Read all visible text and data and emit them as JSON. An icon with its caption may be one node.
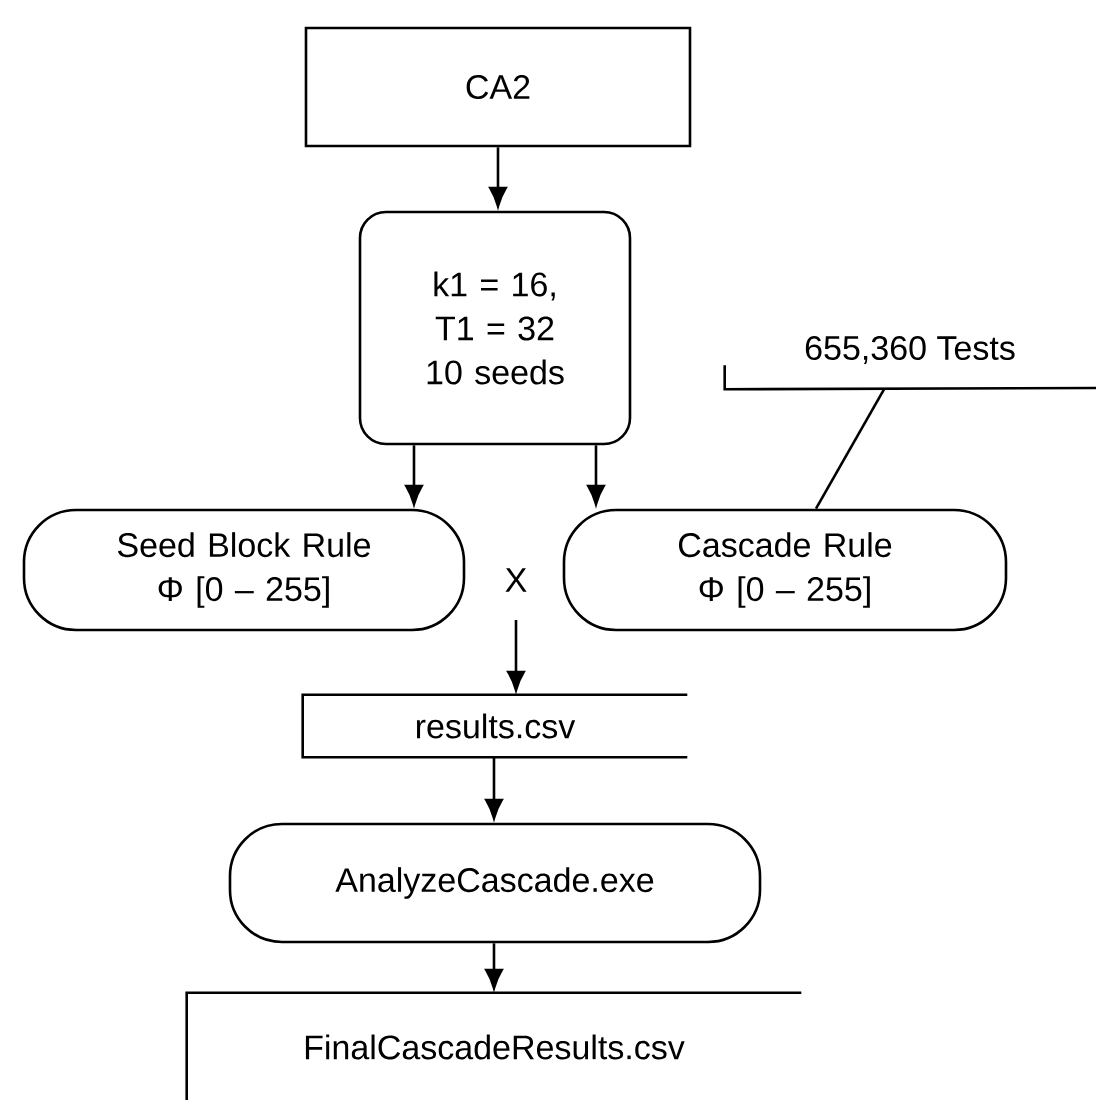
{
  "diagram": {
    "nodes": [
      {
        "text": [
          "CA2"
        ]
      },
      {
        "text": [
          "k1 = 16, T1 = 32 10 seeds"
        ]
      },
      {
        "text": [
          "Seed Block Rule Φ [0 – 255]"
        ]
      },
      {
        "text": [
          "Cascade Rule Φ [0 – 255]"
        ]
      },
      {
        "text": [
          "results.csv"
        ]
      },
      {
        "text": [
          "AnalyzeCascade.exe"
        ]
      },
      {
        "text": [
          "FinalCascadeResults.csv"
        ]
      },
      {
        "text": [
          "655,360 Tests"
        ]
      }
    ],
    "edges": [
      {
        "from": 0,
        "to": 1,
        "arrow": "to"
      },
      {
        "from": 1,
        "to": 2,
        "arrow": "to"
      },
      {
        "from": 1,
        "to": 3,
        "arrow": "to"
      },
      {
        "from": null,
        "to": 4,
        "arrow": "to"
      },
      {
        "from": 4,
        "to": 5,
        "arrow": "to"
      },
      {
        "from": 5,
        "to": 6,
        "arrow": "to"
      },
      {
        "from": 7,
        "to": 3,
        "arrow": "none"
      }
    ],
    "labels": [
      "X"
    ]
  }
}
